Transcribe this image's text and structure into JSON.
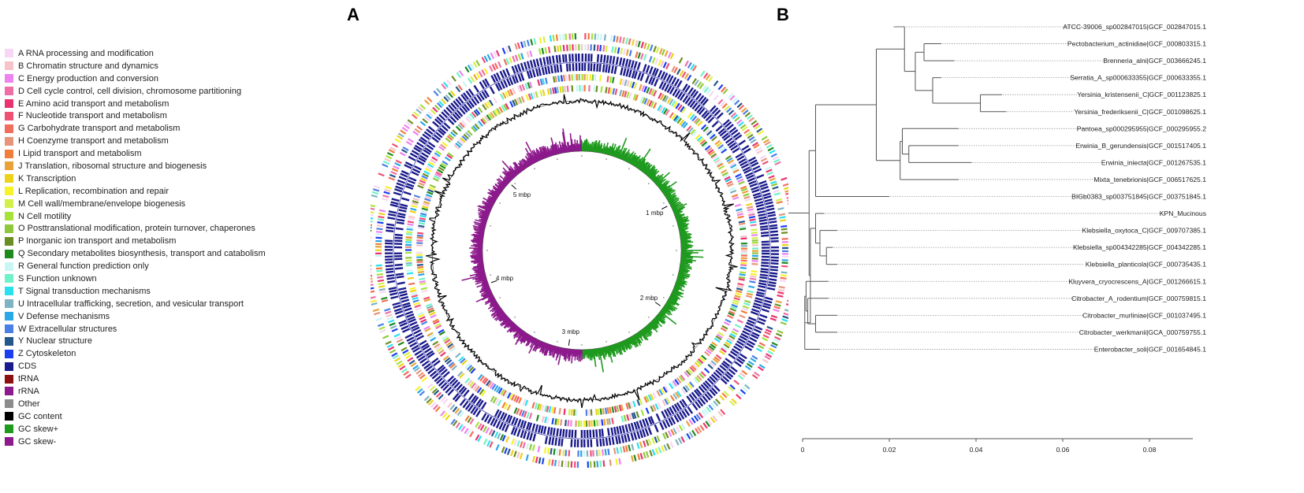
{
  "panels": {
    "a": "A",
    "b": "B"
  },
  "legend": [
    {
      "label": "A RNA processing and modification",
      "color": "#f7d7f5"
    },
    {
      "label": "B Chromatin structure and dynamics",
      "color": "#f6c3c8"
    },
    {
      "label": "C Energy production and conversion",
      "color": "#ee82ee"
    },
    {
      "label": "D Cell cycle control, cell division, chromosome partitioning",
      "color": "#ee6fa6"
    },
    {
      "label": "E Amino acid transport and metabolism",
      "color": "#e8336f"
    },
    {
      "label": "F Nucleotide transport and metabolism",
      "color": "#f05074"
    },
    {
      "label": "G Carbohydrate transport and metabolism",
      "color": "#f26d5b"
    },
    {
      "label": "H Coenzyme transport and metabolism",
      "color": "#e6957a"
    },
    {
      "label": "I Lipid transport and metabolism",
      "color": "#f07d3a"
    },
    {
      "label": "J Translation, ribosomal structure and biogenesis",
      "color": "#e9a23a"
    },
    {
      "label": "K Transcription",
      "color": "#eed21a"
    },
    {
      "label": "L Replication, recombination and repair",
      "color": "#f7f22a"
    },
    {
      "label": "M Cell wall/membrane/envelope biogenesis",
      "color": "#d3f04a"
    },
    {
      "label": "N Cell motility",
      "color": "#a6e23a"
    },
    {
      "label": "O Posttranslational modification, protein turnover, chaperones",
      "color": "#8fc83c"
    },
    {
      "label": "P Inorganic ion transport and metabolism",
      "color": "#6b8e23"
    },
    {
      "label": "Q Secondary metabolites biosynthesis, transport and catabolism",
      "color": "#1e8a1e"
    },
    {
      "label": "R General function prediction only",
      "color": "#c9f5f5"
    },
    {
      "label": "S Function unknown",
      "color": "#6ff2c8"
    },
    {
      "label": "T Signal transduction mechanisms",
      "color": "#29e0ee"
    },
    {
      "label": "U Intracellular trafficking, secretion, and vesicular transport",
      "color": "#7fb2c2"
    },
    {
      "label": "V Defense mechanisms",
      "color": "#29a7e6"
    },
    {
      "label": "W Extracellular structures",
      "color": "#4a7fe8"
    },
    {
      "label": "Y Nuclear structure",
      "color": "#24578a"
    },
    {
      "label": "Z Cytoskeleton",
      "color": "#1a3ef0"
    },
    {
      "label": "CDS",
      "color": "#1a1a8c"
    },
    {
      "label": "tRNA",
      "color": "#8c1010"
    },
    {
      "label": "rRNA",
      "color": "#8c1a8c"
    },
    {
      "label": "Other",
      "color": "#8c8c8c"
    },
    {
      "label": "GC content",
      "color": "#000000"
    },
    {
      "label": "GC skew+",
      "color": "#1e9a1e"
    },
    {
      "label": "GC skew-",
      "color": "#8c1a8c"
    }
  ],
  "genome_map": {
    "mbp_labels": [
      "1 mbp",
      "2 mbp",
      "3 mbp",
      "4 mbp",
      "5 mbp"
    ],
    "mbp_positions": [
      1,
      2,
      3,
      4,
      5
    ],
    "genome_size_mbp": 5.75,
    "colors": {
      "cds": "#1a1a8c",
      "gc_content": "#000000",
      "gc_skew_pos": "#1e9a1e",
      "gc_skew_neg": "#8c1a8c"
    }
  },
  "tree": {
    "leaves": [
      "ATCC-39006_sp002847015|GCF_002847015.1",
      "Pectobacterium_actinidiae|GCF_000803315.1",
      "Brenneria_alni|GCF_003666245.1",
      "Serratia_A_sp000633355|GCF_000633355.1",
      "Yersinia_kristensenii_C|GCF_001123825.1",
      "Yersinia_frederiksenii_C|GCF_001098625.1",
      "Pantoea_sp000295955|GCF_000295955.2",
      "Erwinia_B_gerundensis|GCF_001517405.1",
      "Erwinia_iniecta|GCF_001267535.1",
      "Mixta_tenebrionis|GCF_006517625.1",
      "BIGb0383_sp003751845|GCF_003751845.1",
      "KPN_Mucinous",
      "Klebsiella_oxytoca_C|GCF_009707385.1",
      "Klebsiella_sp004342285|GCF_004342285.1",
      "Klebsiella_planticola|GCF_000735435.1",
      "Kluyvera_cryocrescens_A|GCF_001266615.1",
      "Citrobacter_A_rodentium|GCF_000759815.1",
      "Citrobacter_murliniae|GCF_001037495.1",
      "Citrobacter_werkmanii|GCA_000759755.1",
      "Enterobacter_soli|GCF_001654845.1"
    ],
    "tip_depths": [
      0.021,
      0.032,
      0.035,
      0.032,
      0.046,
      0.047,
      0.036,
      0.036,
      0.039,
      0.036,
      0.02,
      0.005,
      0.008,
      0.007,
      0.008,
      0.006,
      0.006,
      0.008,
      0.008,
      0.004
    ],
    "axis": {
      "min": 0,
      "max": 0.09,
      "ticks": [
        "0",
        "0.02",
        "0.04",
        "0.06",
        "0.08"
      ],
      "tick_values": [
        0,
        0.02,
        0.04,
        0.06,
        0.08
      ]
    }
  }
}
